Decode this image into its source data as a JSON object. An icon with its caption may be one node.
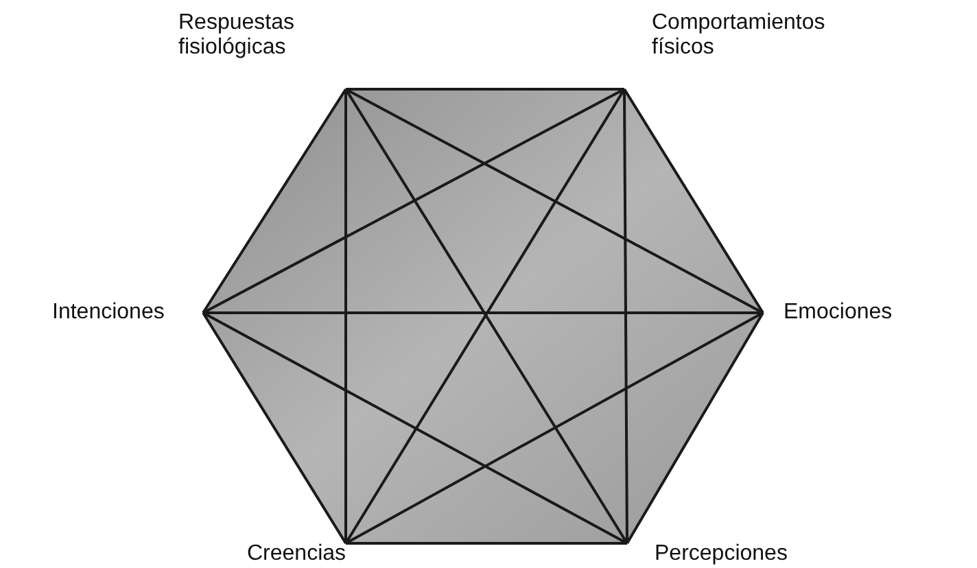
{
  "diagram": {
    "nodes": [
      {
        "text": [
          "Respuestas fisiológicas"
        ]
      },
      {
        "text": [
          "Comportamientos físicos"
        ]
      },
      {
        "text": [
          "Emociones"
        ]
      },
      {
        "text": [
          "Percepciones"
        ]
      },
      {
        "text": [
          "Creencias"
        ]
      },
      {
        "text": [
          "Intenciones"
        ]
      }
    ],
    "edges": [
      {
        "from": 0,
        "to": 1,
        "arrow": "none"
      },
      {
        "from": 1,
        "to": 2,
        "arrow": "none"
      },
      {
        "from": 2,
        "to": 3,
        "arrow": "none"
      },
      {
        "from": 3,
        "to": 4,
        "arrow": "none"
      },
      {
        "from": 4,
        "to": 5,
        "arrow": "none"
      },
      {
        "from": 5,
        "to": 0,
        "arrow": "none"
      },
      {
        "from": 0,
        "to": 2,
        "arrow": "none"
      },
      {
        "from": 0,
        "to": 3,
        "arrow": "none"
      },
      {
        "from": 0,
        "to": 4,
        "arrow": "none"
      },
      {
        "from": 1,
        "to": 3,
        "arrow": "none"
      },
      {
        "from": 1,
        "to": 4,
        "arrow": "none"
      },
      {
        "from": 1,
        "to": 5,
        "arrow": "none"
      },
      {
        "from": 2,
        "to": 4,
        "arrow": "none"
      },
      {
        "from": 2,
        "to": 5,
        "arrow": "none"
      },
      {
        "from": 3,
        "to": 5,
        "arrow": "none"
      }
    ]
  }
}
